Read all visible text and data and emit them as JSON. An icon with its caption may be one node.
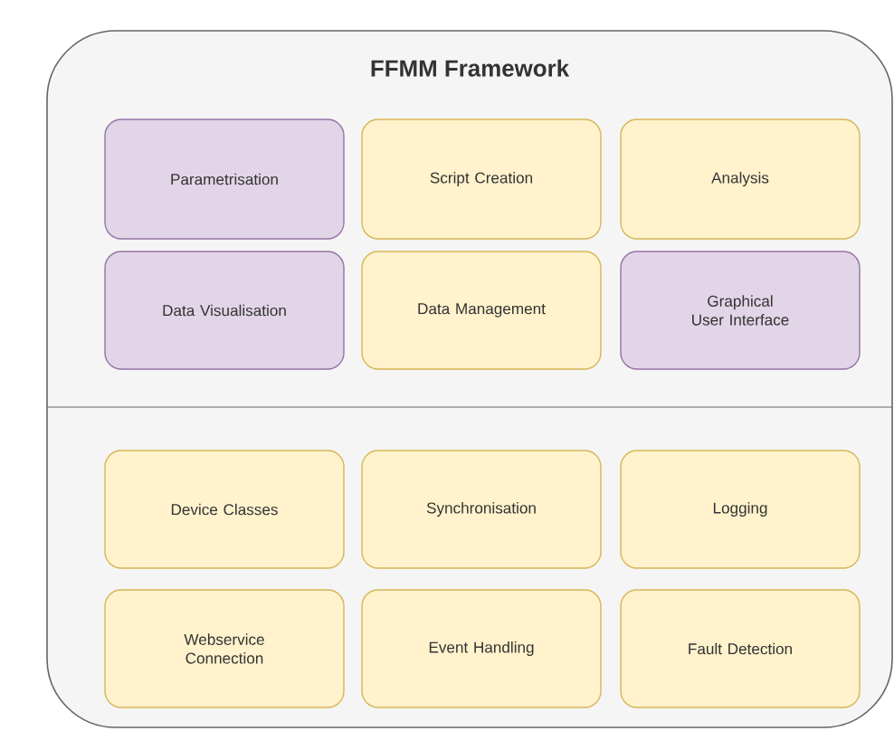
{
  "diagram": {
    "nodes": [
      {
        "text": [
          "FFMM Framework"
        ]
      },
      {
        "text": [
          "Parametrisation"
        ],
        "in": 0
      },
      {
        "text": [
          "Script Creation"
        ],
        "in": 0
      },
      {
        "text": [
          "Analysis"
        ],
        "in": 0
      },
      {
        "text": [
          "Data Visualisation"
        ],
        "in": 0
      },
      {
        "text": [
          "Data Management"
        ],
        "in": 0
      },
      {
        "text": [
          "Graphical User Interface"
        ],
        "in": 0
      },
      {
        "text": [
          "Device Classes"
        ],
        "in": 0
      },
      {
        "text": [
          "Synchronisation"
        ],
        "in": 0
      },
      {
        "text": [
          "Logging"
        ],
        "in": 0
      },
      {
        "text": [
          "Webservice Connection"
        ],
        "in": 0
      },
      {
        "text": [
          "Event Handling"
        ],
        "in": 0
      },
      {
        "text": [
          "Fault Detection"
        ],
        "in": 0
      }
    ]
  }
}
